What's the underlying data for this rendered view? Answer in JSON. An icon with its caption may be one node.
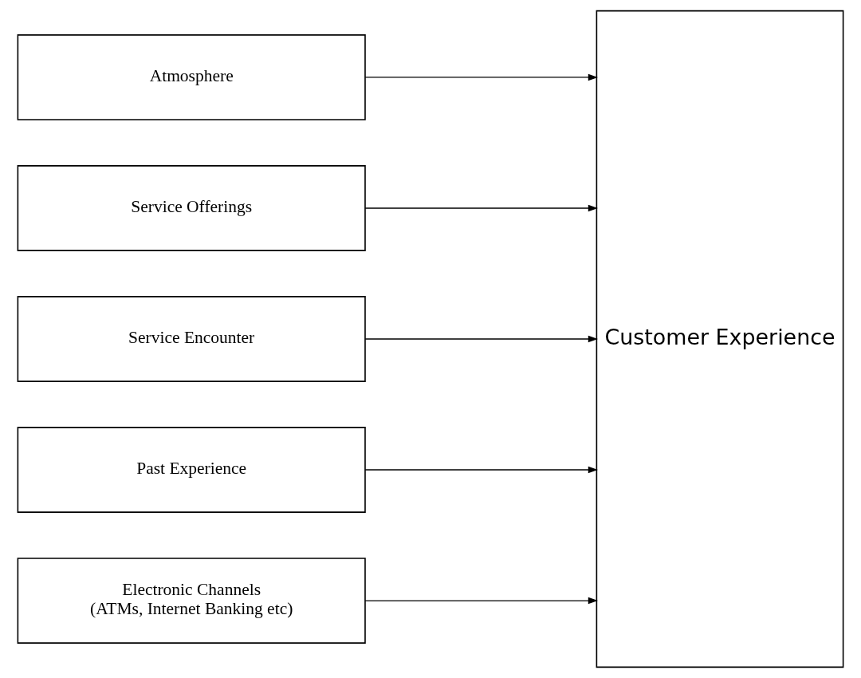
{
  "diagram": {
    "nodes": [
      {
        "text": [
          "Atmosphere"
        ]
      },
      {
        "text": [
          "Service Offerings"
        ]
      },
      {
        "text": [
          "Service Encounter"
        ]
      },
      {
        "text": [
          "Past Experience"
        ]
      },
      {
        "text": [
          "Electronic Channels",
          "(ATMs, Internet Banking etc)"
        ]
      },
      {
        "text": [
          "Customer Experience"
        ]
      }
    ],
    "edges": [
      {
        "from": 0,
        "to": 5,
        "arrow": "to"
      },
      {
        "from": 1,
        "to": 5,
        "arrow": "to"
      },
      {
        "from": 2,
        "to": 5,
        "arrow": "to"
      },
      {
        "from": 3,
        "to": 5,
        "arrow": "to"
      },
      {
        "from": 4,
        "to": 5,
        "arrow": "to"
      }
    ]
  }
}
